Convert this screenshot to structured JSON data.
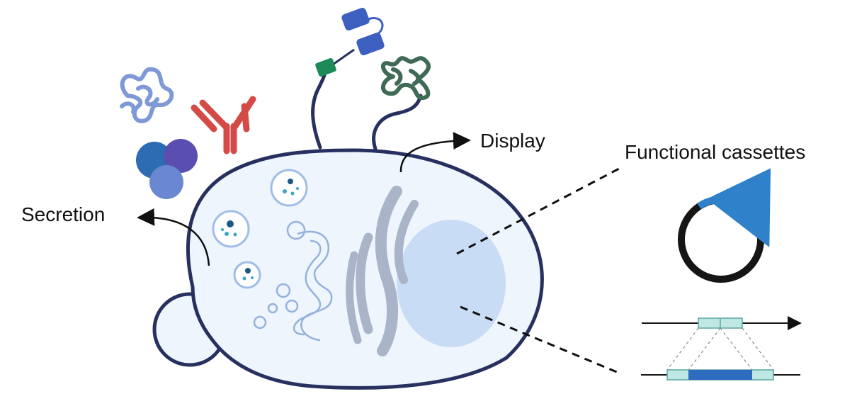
{
  "labels": {
    "secretion": "Secretion",
    "display": "Display",
    "functional_cassettes": "Functional cassettes"
  },
  "colors": {
    "membrane": "#27305e",
    "cell_fill": "#eef5fd",
    "nucleus": "#c9dcf5",
    "golgi": "#a9b4c8",
    "er_line": "#94b2dc",
    "protein_blue": "#7f99d6",
    "antibody": "#d44a47",
    "scfv": "#3d5fbf",
    "anchor_green": "#1e8a5a",
    "display_protein": "#3f6a55",
    "plasmid_ring": "#151515",
    "plasmid_arc": "#2f82c9",
    "cassette_light": "#bfe7e4",
    "cassette_dark": "#2e6cbf"
  },
  "icons": [
    "secreted-protein-icon",
    "antibody-icon",
    "multimeric-protein-icon",
    "scfv-display-icon",
    "display-protein-icon",
    "plasmid-icon",
    "genomic-integration-icon"
  ]
}
